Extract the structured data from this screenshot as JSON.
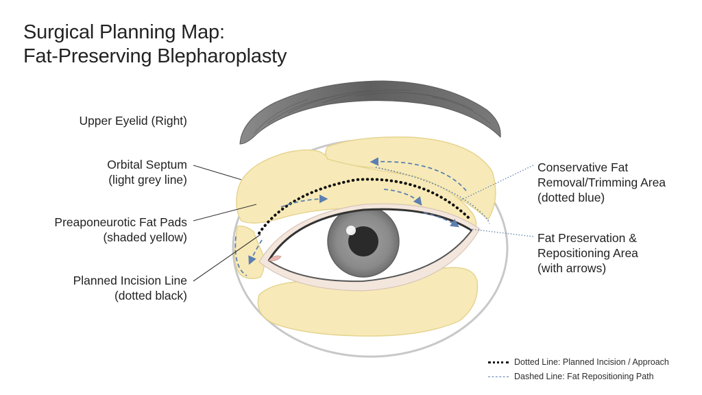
{
  "title": {
    "line1": "Surgical Planning Map:",
    "line2": "Fat-Preserving Blepharoplasty"
  },
  "labels": {
    "upper_eyelid": "Upper Eyelid (Right)",
    "orbital_septum": "Orbital Septum",
    "orbital_septum_sub": "(light grey line)",
    "fat_pads": "Preaponeurotic Fat Pads",
    "fat_pads_sub": "(shaded yellow)",
    "incision": "Planned Incision Line",
    "incision_sub": "(dotted black)",
    "trimming": "Conservative Fat",
    "trimming_line2": "Removal/Trimming Area",
    "trimming_sub": "(dotted blue)",
    "preservation": "Fat Preservation &",
    "preservation_line2": "Repositioning Area",
    "preservation_sub": "(with arrows)"
  },
  "legend": {
    "dotted": "Dotted Line: Planned Incision / Approach",
    "dashed": "Dashed Line: Fat Repositioning Path"
  },
  "colors": {
    "fat_fill": "#f7eab8",
    "fat_stroke": "#e6d490",
    "septum": "#c8c8c8",
    "incision": "#111111",
    "blue": "#5b7fb0",
    "iris": "#8c8c8c",
    "pupil": "#2a2a2a",
    "skin": "#f3e6dc",
    "brow": "#6d6d6d"
  }
}
